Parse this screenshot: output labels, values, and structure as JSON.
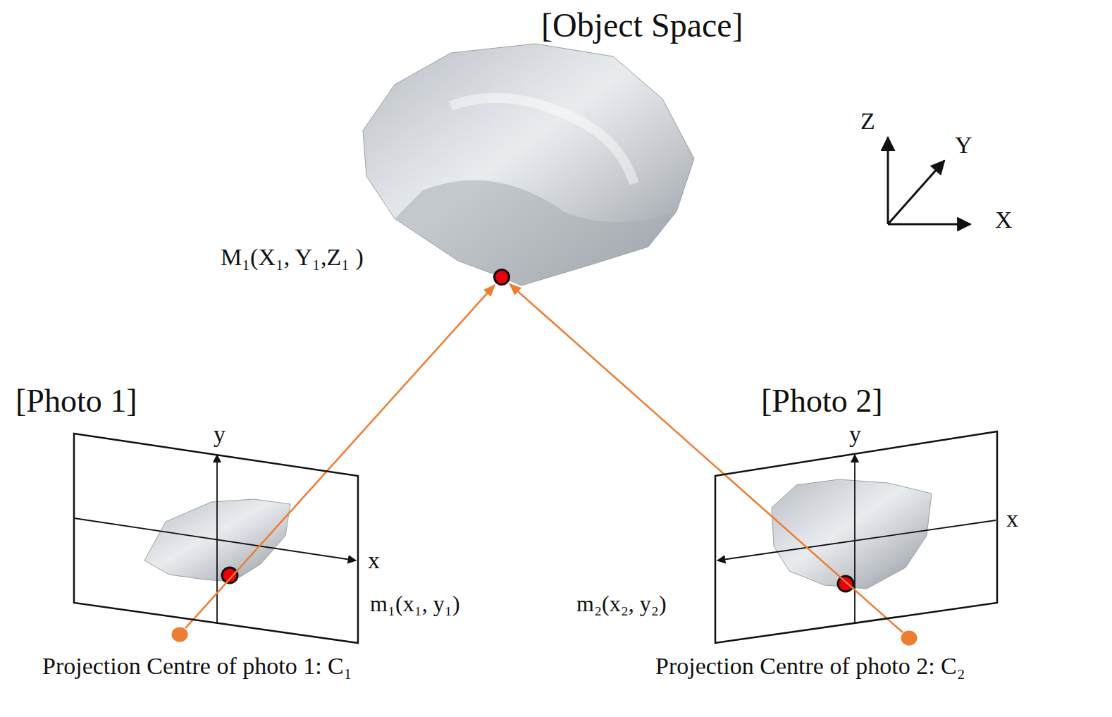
{
  "diagram": {
    "nodes": [
      {
        "text": [
          "M₁(X₁, Y₁,Z₁ )"
        ]
      },
      {
        "text": [
          "[Photo 1]"
        ]
      },
      {
        "text": [
          "[Photo 2]"
        ]
      },
      {
        "text": [
          "Projection Centre of photo 1: C₁"
        ]
      },
      {
        "text": [
          "Projection Centre of photo 2: C₂"
        ]
      }
    ],
    "edges": [
      {
        "from": 3,
        "to": 0,
        "arrow": "to"
      },
      {
        "from": 4,
        "to": 0,
        "arrow": "to"
      }
    ],
    "labels": [
      "[Object Space]",
      "Z",
      "Y",
      "X",
      "y",
      "x",
      "m₁(x₁, y₁)",
      "y",
      "x",
      "m₂(x₂, y₂)"
    ]
  }
}
